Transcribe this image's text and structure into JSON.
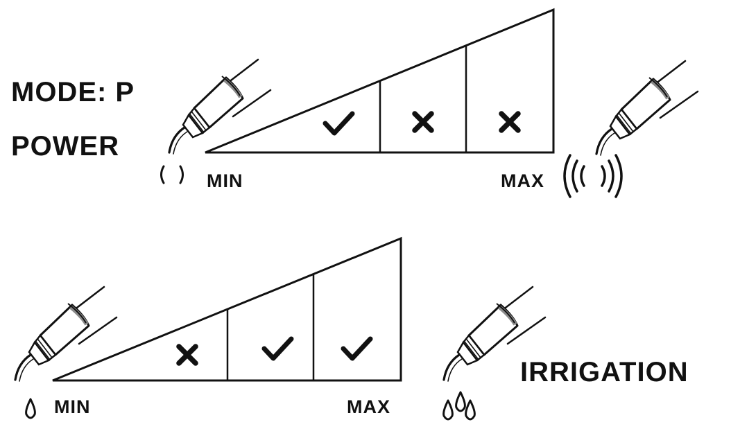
{
  "mode_label": "MODE: P",
  "power": {
    "title": "POWER",
    "min_label": "MIN",
    "max_label": "MAX",
    "cells": [
      "check",
      "cross",
      "cross"
    ],
    "min_icon": "low-vibration-icon",
    "max_icon": "high-vibration-icon"
  },
  "irrigation": {
    "title": "IRRIGATION",
    "min_label": "MIN",
    "max_label": "MAX",
    "cells": [
      "cross",
      "check",
      "check"
    ],
    "min_icon": "single-drop-icon",
    "max_icon": "multiple-drops-icon"
  },
  "colors": {
    "ink": "#111111",
    "background": "#ffffff",
    "tip_band": "#8a8a8a"
  }
}
